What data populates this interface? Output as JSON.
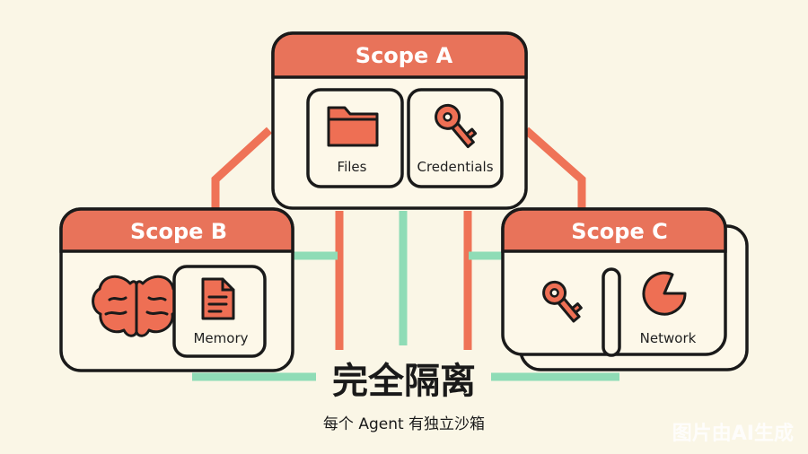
{
  "scopes": {
    "a": {
      "title": "Scope A",
      "items": [
        "Files",
        "Credentials"
      ]
    },
    "b": {
      "title": "Scope B",
      "items": [
        "Memory"
      ]
    },
    "c": {
      "title": "Scope C",
      "items": [
        "Network"
      ]
    }
  },
  "center": {
    "title": "完全隔离",
    "subtitle": "每个 Agent 有独立沙箱"
  },
  "watermark": "图片由AI生成",
  "colors": {
    "accent": "#e8735a",
    "line_red": "#ef7357",
    "line_green": "#8fdcb6",
    "outline": "#1a1a1a",
    "background": "#faf6e6"
  },
  "icons": [
    "folder-icon",
    "key-icon",
    "brain-icon",
    "document-icon",
    "network-icon"
  ]
}
